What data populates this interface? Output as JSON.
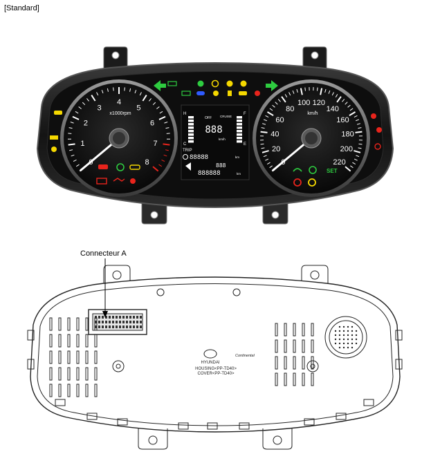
{
  "header": {
    "caption": "[Standard]"
  },
  "tachometer": {
    "unit": "x1000rpm",
    "ticks": [
      "0",
      "1",
      "2",
      "3",
      "4",
      "5",
      "6",
      "7",
      "8"
    ],
    "needle": 0
  },
  "speedometer": {
    "unit": "km/h",
    "ticks": [
      "0",
      "20",
      "40",
      "60",
      "80",
      "100",
      "120",
      "140",
      "160",
      "180",
      "200",
      "220"
    ],
    "needle": 0
  },
  "center_display": {
    "h_label": "H",
    "c_label": "C",
    "e_label": "E",
    "f_label": "F",
    "off_label": "OFF",
    "cruise_label": "CRUISE",
    "main_digits": "888",
    "main_unit": "km/h",
    "trip_label": "TRIP",
    "odo_digits": "88888",
    "odo_unit": "km",
    "mid_digits": "888",
    "total_digits": "888888",
    "total_unit": "km"
  },
  "speedo_labels": {
    "set_label": "SET"
  },
  "back_view": {
    "brand": "HYUNDAI",
    "supplier": "Continental",
    "housing_label": "HOUSING<PP-TD40>",
    "cover_label": "COVER<PP-TD40>"
  },
  "callout": {
    "label": "Connecteur A"
  },
  "colors": {
    "green": "#2ecc40",
    "yellow": "#f5d800",
    "red": "#e8241c",
    "blue": "#2f5bff",
    "white": "#ffffff",
    "dark": "#1a1a1a"
  }
}
